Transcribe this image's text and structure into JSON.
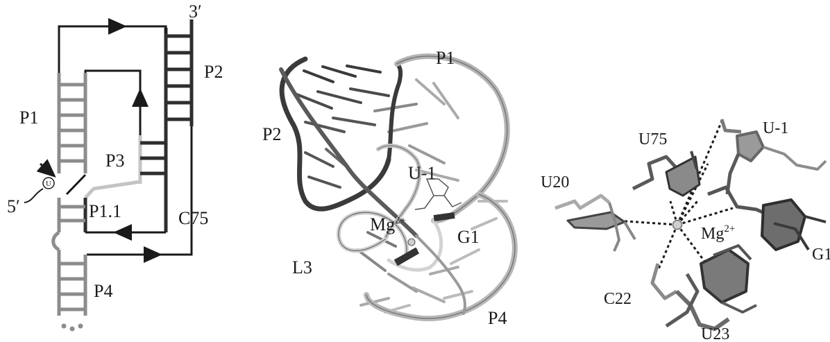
{
  "colors": {
    "dark": "#2e2e2e",
    "mid": "#8c8c8c",
    "light": "#c4c4c4",
    "ink": "#1a1a1a"
  },
  "panel_a": {
    "labels": {
      "three_prime": "3′",
      "p2": "P2",
      "p1": "P1",
      "p3": "P3",
      "u_base": "U",
      "five_prime": "5′",
      "p1_1": "P1.1",
      "c75": "C75",
      "p4": "P4"
    },
    "icons": [
      "cleavage-arrow-icon",
      "direction-arrow-icon"
    ]
  },
  "panel_b": {
    "labels": {
      "p1": "P1",
      "p2": "P2",
      "u_minus1": "U-1",
      "mg": "Mg",
      "mg_charge": "2+",
      "g1": "G1",
      "l3": "L3",
      "p4": "P4"
    }
  },
  "panel_c": {
    "labels": {
      "u75": "U75",
      "u_minus1": "U-1",
      "u20": "U20",
      "mg": "Mg",
      "mg_charge": "2+",
      "g1": "G1",
      "c22": "C22",
      "u23": "U23"
    }
  }
}
